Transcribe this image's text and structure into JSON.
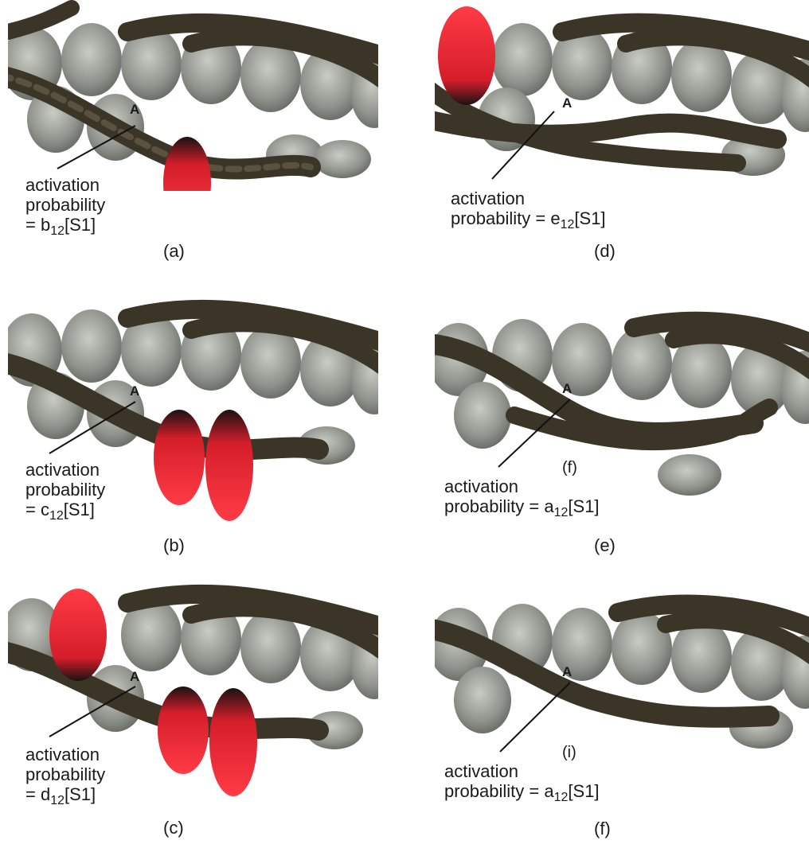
{
  "panels": [
    {
      "id": "a",
      "site_label": "A",
      "caption": "(a)",
      "activation_text": "activation",
      "probability_text": "probability",
      "eq_prefix": "= b",
      "eq_subscript": "12",
      "eq_suffix": "[S1]",
      "myosin_heads": 1,
      "top_left_head": false
    },
    {
      "id": "b",
      "site_label": "A",
      "caption": "(b)",
      "activation_text": "activation",
      "probability_text": "probability",
      "eq_prefix": "= c",
      "eq_subscript": "12",
      "eq_suffix": "[S1]",
      "myosin_heads": 2,
      "top_left_head": false
    },
    {
      "id": "c",
      "site_label": "A",
      "caption": "(c)",
      "activation_text": "activation",
      "probability_text": "probability",
      "eq_prefix": "= d",
      "eq_subscript": "12",
      "eq_suffix": "[S1]",
      "myosin_heads": 2,
      "top_left_head": true
    },
    {
      "id": "d",
      "site_label": "A",
      "caption": "(d)",
      "activation_text": "activation",
      "probability_text": "probability",
      "eq_prefix": "= e",
      "eq_subscript": "12",
      "eq_suffix": "[S1]",
      "myosin_heads": 0,
      "top_left_head": true
    },
    {
      "id": "e",
      "site_label": "A",
      "caption": "(e)",
      "inner_caption": "(f)",
      "activation_text": "activation",
      "probability_text": "probability",
      "eq_prefix": "= a",
      "eq_subscript": "12",
      "eq_suffix": "[S1]",
      "myosin_heads": 0,
      "top_left_head": false
    },
    {
      "id": "f",
      "site_label": "A",
      "caption": "(f)",
      "inner_caption": "(i)",
      "activation_text": "activation",
      "probability_text": "probability",
      "eq_prefix": "= a",
      "eq_subscript": "12",
      "eq_suffix": "[S1]",
      "myosin_heads": 0,
      "top_left_head": false
    }
  ],
  "colors": {
    "actin_bead": "#9a9e97",
    "actin_highlight": "#c8ccc5",
    "tropomyosin": "#3b3527",
    "myosin_head": "#e8232f",
    "myosin_dark": "#1a1212"
  }
}
